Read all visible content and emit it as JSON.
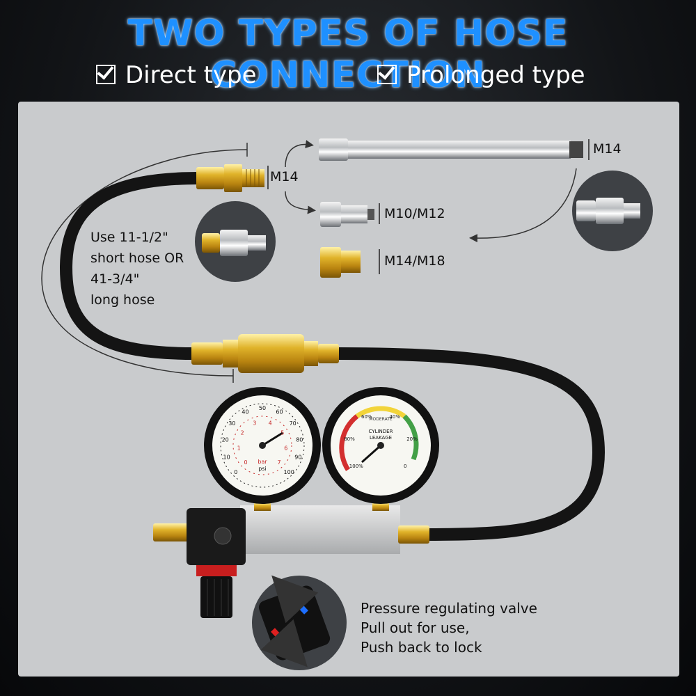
{
  "header": {
    "title": "TWO TYPES OF HOSE CONNECTION",
    "option_direct": "Direct type",
    "option_prolonged": "Prolonged type"
  },
  "labels": {
    "m14_top": "M14",
    "m14_main": "M14",
    "m10_m12": "M10/M12",
    "m14_m18": "M14/M18"
  },
  "hose_note": {
    "line1": "Use 11-1/2\"",
    "line2": "short hose OR",
    "line3": "41-3/4\"",
    "line4": "long hose"
  },
  "gauge_left": {
    "scale_psi": [
      "0",
      "10",
      "20",
      "30",
      "40",
      "50",
      "60",
      "70",
      "80",
      "90",
      "100"
    ],
    "scale_bar": [
      "0",
      "1",
      "2",
      "3",
      "4",
      "5",
      "6",
      "7"
    ],
    "unit_bar": "bar",
    "unit_psi": "psi"
  },
  "gauge_right": {
    "title_line1": "CYLINDER",
    "title_line2": "LEAKAGE",
    "scale": [
      "100%",
      "80%",
      "60%",
      "40%",
      "20%",
      "0"
    ],
    "zone_label": "MODERATE"
  },
  "valve_note": {
    "line1": "Pressure regulating valve",
    "line2": "Pull out for use,",
    "line3": "Push back to lock"
  },
  "colors": {
    "title": "#1e90ff",
    "panel": "#c9cbcd",
    "brass": "#d4a017",
    "hose": "#141414"
  }
}
